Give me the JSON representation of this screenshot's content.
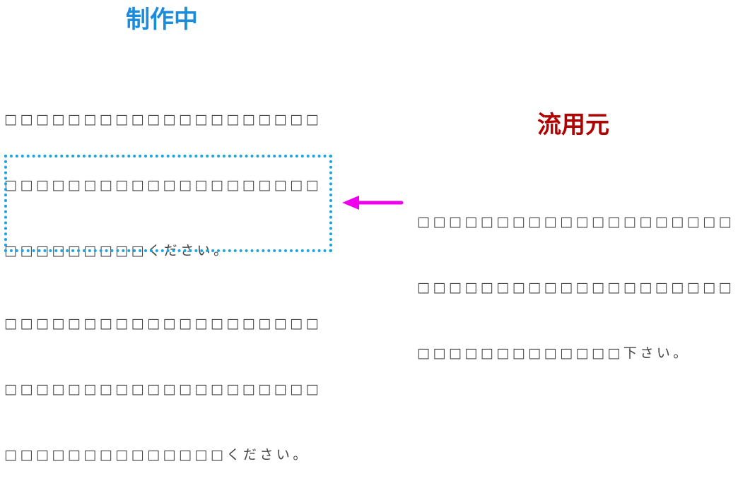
{
  "left_panel": {
    "heading": "制作中",
    "heading_color": "#1a8cdc",
    "top_paragraph": [
      "□□□□□□□□□□□□□□□□□□□□",
      "□□□□□□□□□□□□□□□□□□□□",
      "□□□□□□□□□ください。"
    ],
    "bottom_paragraph": [
      "□□□□□□□□□□□□□□□□□□□□",
      "□□□□□□□□□□□□□□□□□□□□",
      "□□□□□□□□□□□□□□ください。"
    ],
    "placeholder_border_color": "#1aa4dc"
  },
  "right_panel": {
    "heading": "流用元",
    "heading_color": "#b20000",
    "paragraph": [
      "□□□□□□□□□□□□□□□□□□□□",
      "□□□□□□□□□□□□□□□□□□□□",
      "□□□□□□□□□□□□□下さい。"
    ]
  },
  "arrow": {
    "direction": "left",
    "color": "#ee00ee"
  }
}
